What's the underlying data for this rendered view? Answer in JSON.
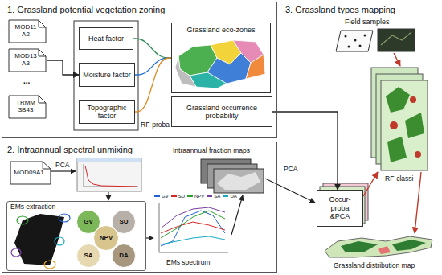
{
  "diagram": {
    "nodes": [
      {
        "text": [
          "1. Grassland potential vegetation zoning"
        ]
      },
      {
        "text": [
          "MOD11 A2"
        ],
        "in": 0
      },
      {
        "text": [
          "MOD13 A3"
        ],
        "in": 0
      },
      {
        "text": [
          "TRMM 3B43"
        ],
        "in": 0
      },
      {
        "text": [
          "Heat factor"
        ],
        "in": 0
      },
      {
        "text": [
          "Moisture factor"
        ],
        "in": 0
      },
      {
        "text": [
          "Topographic factor"
        ],
        "in": 0
      },
      {
        "text": [
          "Grassland eco-zones"
        ],
        "in": 0
      },
      {
        "text": [
          "Grassland occurrence probability"
        ],
        "in": 0
      },
      {
        "text": [
          "2. Intraannual spectral unmixing"
        ]
      },
      {
        "text": [
          "MOD09A1"
        ],
        "in": 9
      },
      {
        "text": [
          "EMs extraction"
        ],
        "in": 9
      },
      {
        "text": [
          "GV"
        ],
        "in": 11
      },
      {
        "text": [
          "SU"
        ],
        "in": 11
      },
      {
        "text": [
          "NPV"
        ],
        "in": 11
      },
      {
        "text": [
          "SA"
        ],
        "in": 11
      },
      {
        "text": [
          "DA"
        ],
        "in": 11
      },
      {
        "text": [
          "3. Grassland types mapping"
        ]
      },
      {
        "text": [
          "Occur-proba &PCA"
        ],
        "in": 17
      }
    ],
    "edges": [
      {
        "from": 2,
        "to": 5,
        "arrow": "to"
      },
      {
        "from": 4,
        "to": 7,
        "arrow": "none"
      },
      {
        "from": 5,
        "to": 7,
        "arrow": "none"
      },
      {
        "from": 6,
        "to": 7,
        "arrow": "none"
      },
      {
        "from": 8,
        "to": 18,
        "arrow": "to"
      }
    ],
    "labels": [
      "...",
      "RF-proba",
      "PCA",
      "EMs spectrum",
      "Intraannual fraction maps",
      "PCA",
      "Field samples",
      "RF-classi",
      "Grassland distribution map"
    ],
    "legend": [
      {
        "text": "GV",
        "color": "#1f5fd6"
      },
      {
        "text": "SU",
        "color": "#d62728"
      },
      {
        "text": "NPV",
        "color": "#2ca02c"
      },
      {
        "text": "SA",
        "color": "#7b3fa0"
      },
      {
        "text": "DA",
        "color": "#17a9bf"
      }
    ]
  }
}
